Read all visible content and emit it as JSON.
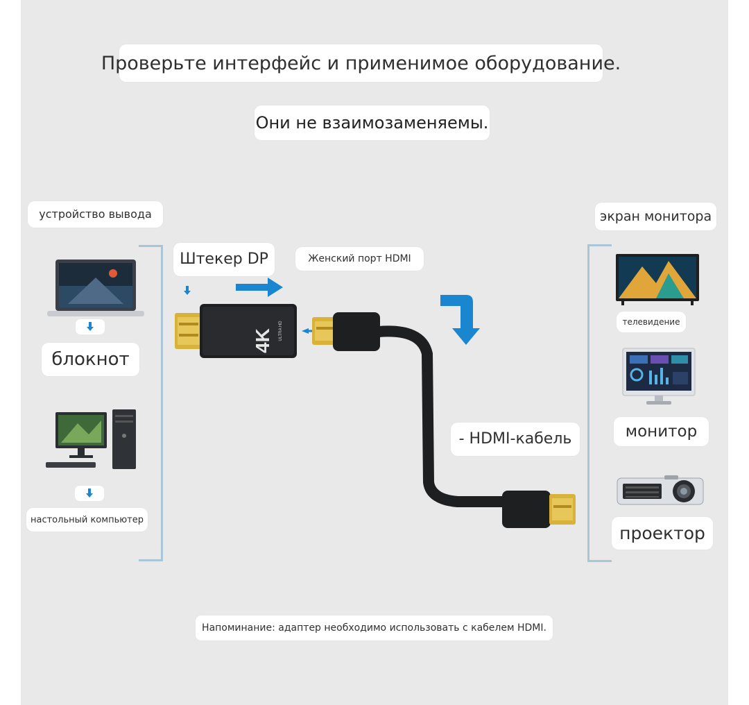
{
  "header": {
    "line1": "Проверьте интерфейс и применимое оборудование.",
    "line2": "Они не взаимозаменяемы."
  },
  "left": {
    "group_label": "устройство вывода",
    "devices": [
      {
        "label": "блокнот",
        "icon": "laptop-icon"
      },
      {
        "label": "настольный компьютер",
        "icon": "desktop-computer-icon"
      }
    ]
  },
  "adapter": {
    "dp_label": "Штекер DP",
    "hdmi_port_label": "Женский порт HDMI",
    "badge_text": "4K",
    "badge_sub": "ULTRA HD",
    "cable_label": "- HDMI-кабель"
  },
  "right": {
    "group_label": "экран монитора",
    "devices": [
      {
        "label": "телевидение",
        "icon": "tv-icon"
      },
      {
        "label": "монитор",
        "icon": "monitor-icon"
      },
      {
        "label": "проектор",
        "icon": "projector-icon"
      }
    ]
  },
  "footer": {
    "reminder": "Напоминание: адаптер необходимо использовать с кабелем HDMI."
  },
  "colors": {
    "background": "#e9e9e9",
    "label_bg": "#ffffff",
    "arrow_blue": "#1a86d0",
    "bracket": "#a9c6d8",
    "gold": "#d9b23a"
  }
}
